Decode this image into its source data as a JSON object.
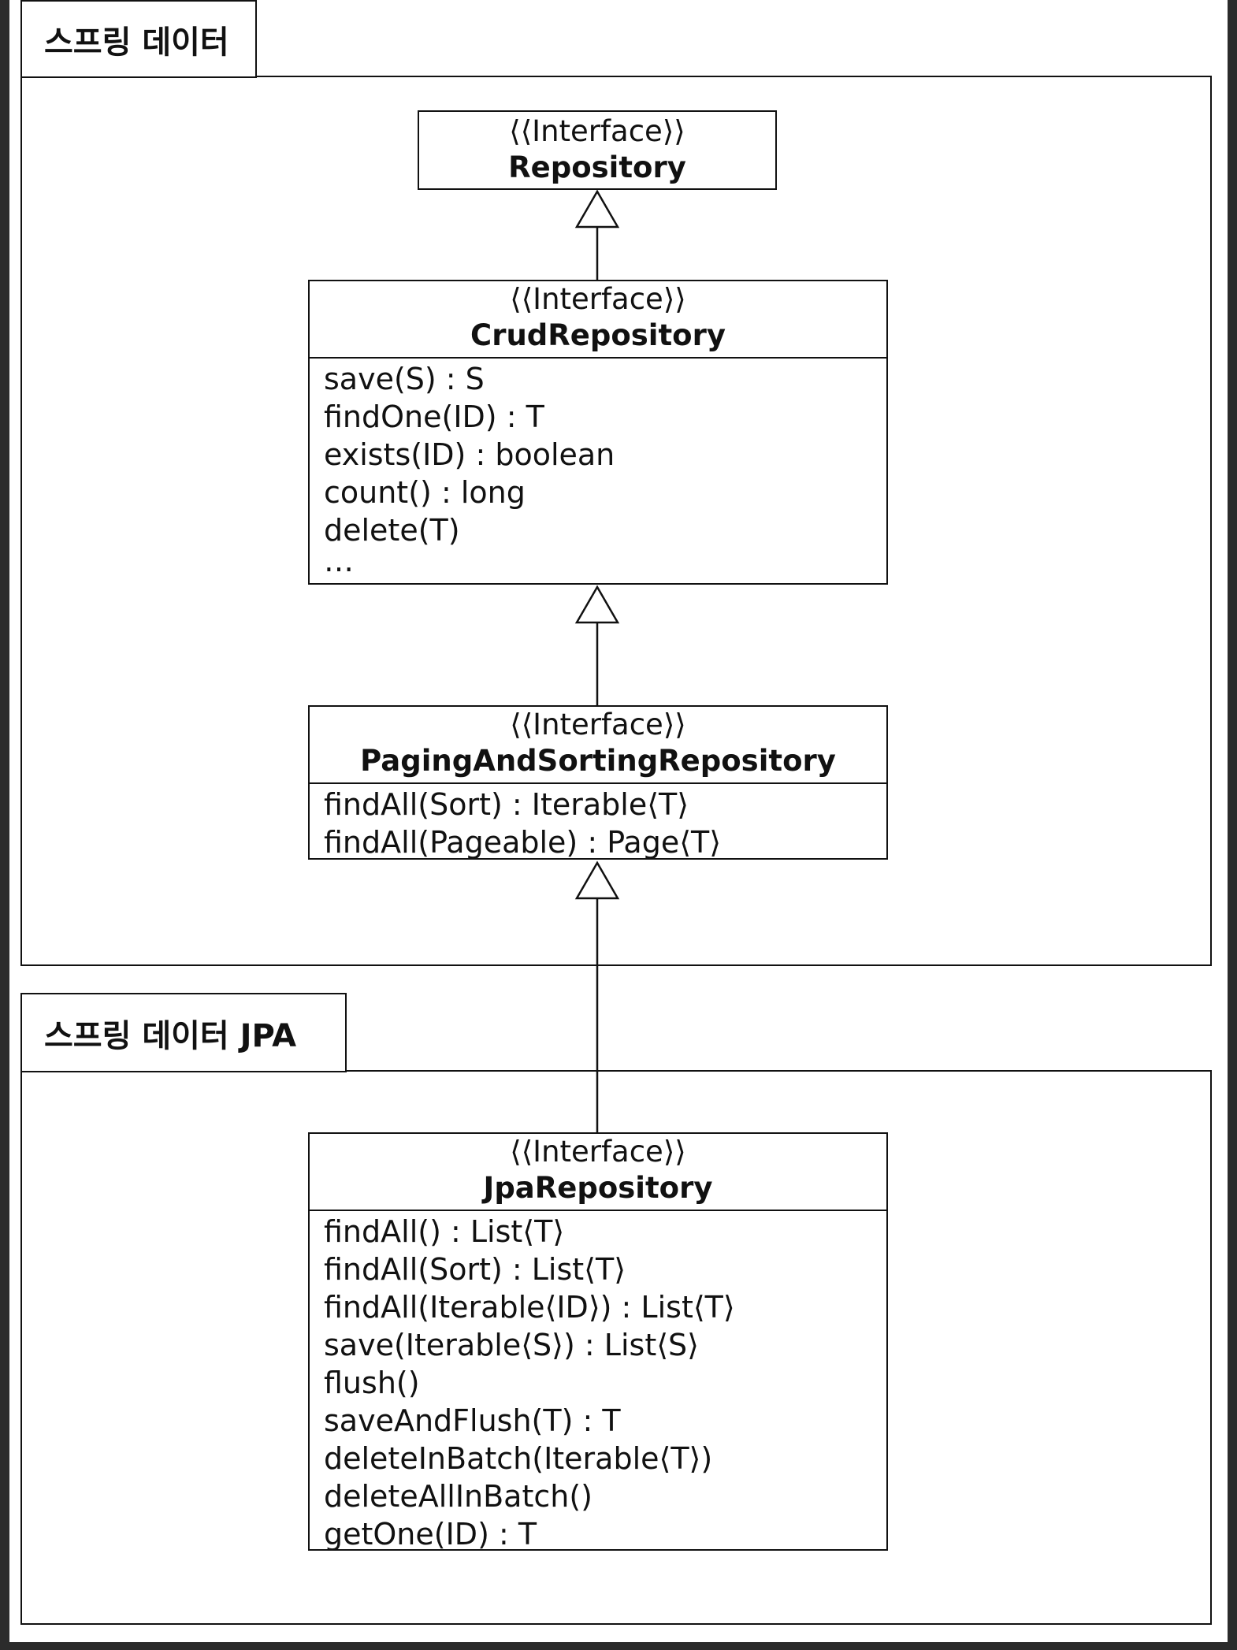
{
  "frames": {
    "spring_data": {
      "label": "스프링 데이터"
    },
    "spring_data_jpa": {
      "label": "스프링 데이터 JPA"
    }
  },
  "interfaces": {
    "repository": {
      "stereotype": "⟨⟨Interface⟩⟩",
      "name": "Repository",
      "methods": []
    },
    "crud": {
      "stereotype": "⟨⟨Interface⟩⟩",
      "name": "CrudRepository",
      "methods": [
        "save(S) : S",
        "findOne(ID) : T",
        "exists(ID) : boolean",
        "count() : long",
        "delete(T)",
        "…"
      ]
    },
    "paging": {
      "stereotype": "⟨⟨Interface⟩⟩",
      "name": "PagingAndSortingRepository",
      "methods": [
        "findAll(Sort) : Iterable⟨T⟩",
        "findAll(Pageable) : Page⟨T⟩"
      ]
    },
    "jpa": {
      "stereotype": "⟨⟨Interface⟩⟩",
      "name": "JpaRepository",
      "methods": [
        "findAll() : List⟨T⟩",
        "findAll(Sort) : List⟨T⟩",
        "findAll(Iterable⟨ID⟩) : List⟨T⟩",
        "save(Iterable⟨S⟩) : List⟨S⟩",
        "flush()",
        "saveAndFlush(T) : T",
        "deleteInBatch(Iterable⟨T⟩)",
        "deleteAllInBatch()",
        "getOne(ID) : T"
      ]
    }
  }
}
